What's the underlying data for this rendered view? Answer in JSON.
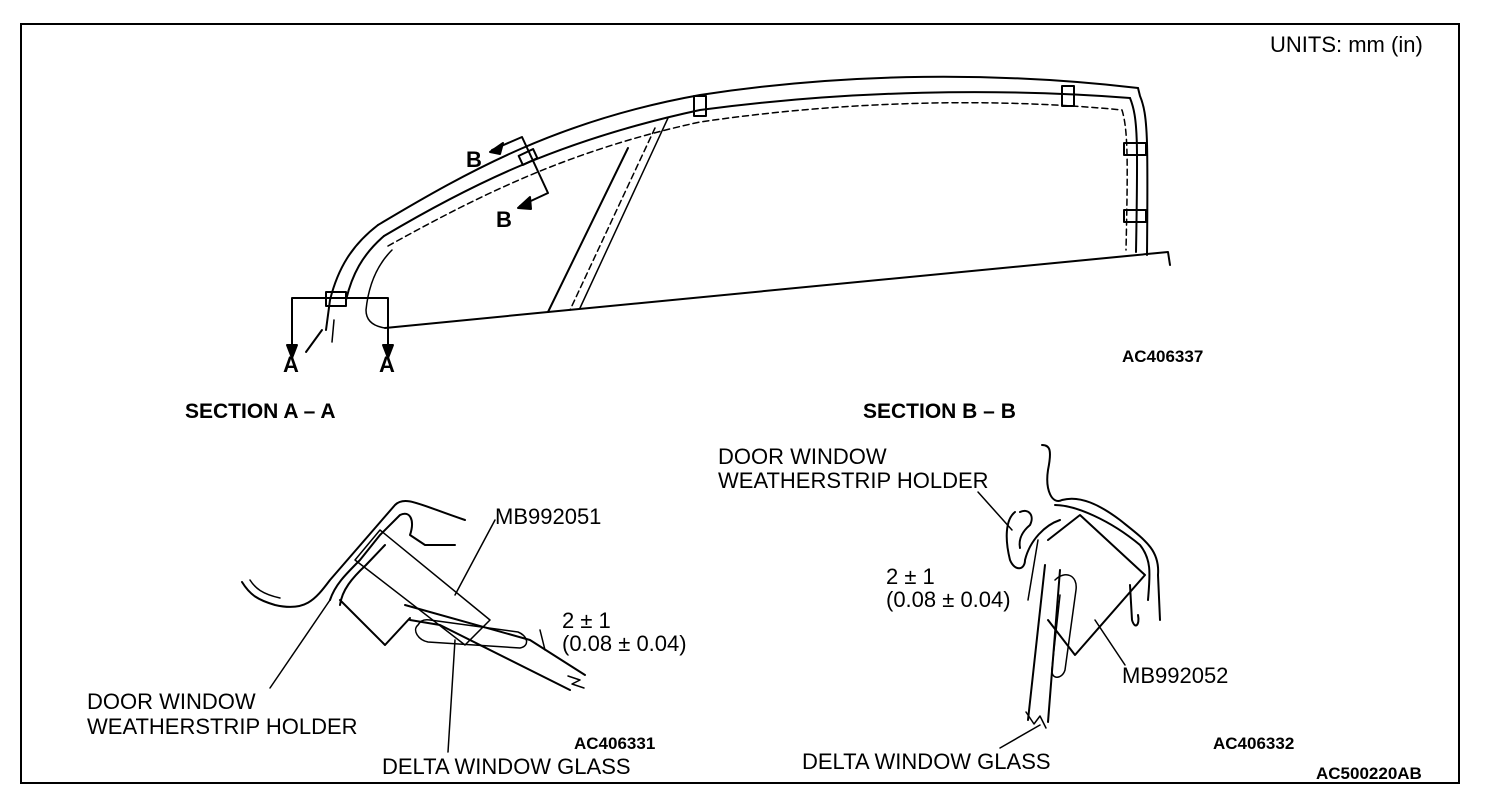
{
  "units_label": "UNITS: mm (in)",
  "section_markers": {
    "a_left": "A",
    "a_right": "A",
    "b_top": "B",
    "b_bottom": "B"
  },
  "top_view_code": "AC406337",
  "section_a": {
    "title": "SECTION A – A",
    "tool_label": "MB992051",
    "gap_value": "2 ± 1",
    "gap_value_in": "(0.08 ± 0.04)",
    "holder_label_line1": "DOOR WINDOW",
    "holder_label_line2": "WEATHERSTRIP HOLDER",
    "glass_label": "DELTA WINDOW GLASS",
    "code": "AC406331"
  },
  "section_b": {
    "title": "SECTION B – B",
    "holder_label_line1": "DOOR WINDOW",
    "holder_label_line2": "WEATHERSTRIP HOLDER",
    "gap_value": "2 ± 1",
    "gap_value_in": "(0.08 ± 0.04)",
    "tool_label": "MB992052",
    "glass_label": "DELTA WINDOW GLASS",
    "code": "AC406332"
  },
  "figure_code": "AC500220AB",
  "colors": {
    "line": "#000000",
    "background": "#ffffff"
  }
}
